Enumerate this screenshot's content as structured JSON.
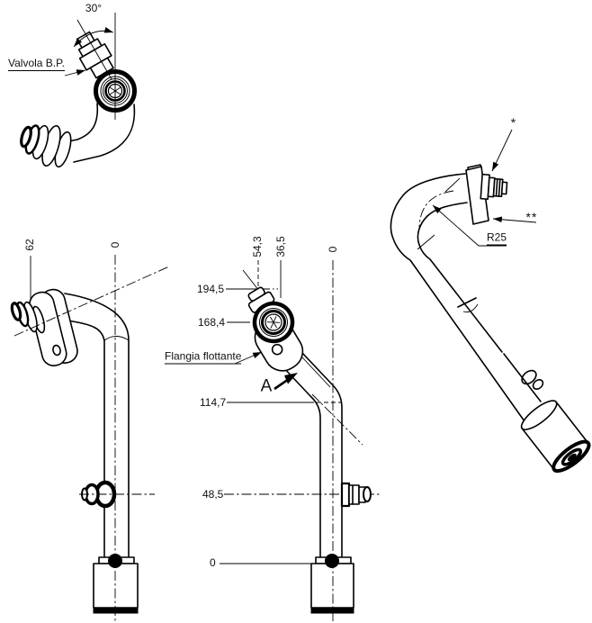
{
  "drawing": {
    "type": "technical-drawing",
    "background": "#ffffff",
    "line_color": "#000000",
    "views": {
      "valve_detail": {
        "angle_dim": "30°",
        "valve_callout": "Valvola B.P."
      },
      "front": {
        "offset_dim": "62",
        "datum_dim": "0"
      },
      "side": {
        "width_dims": [
          "54,3",
          "36,5",
          "0"
        ],
        "height_dims": [
          "194,5",
          "168,4",
          "114,7",
          "48,5",
          "0"
        ],
        "flange_callout": "Flangia flottante",
        "view_marker": "A"
      },
      "iso": {
        "note_primary": "*",
        "note_secondary": "**",
        "radius_dim": "R25"
      }
    }
  }
}
